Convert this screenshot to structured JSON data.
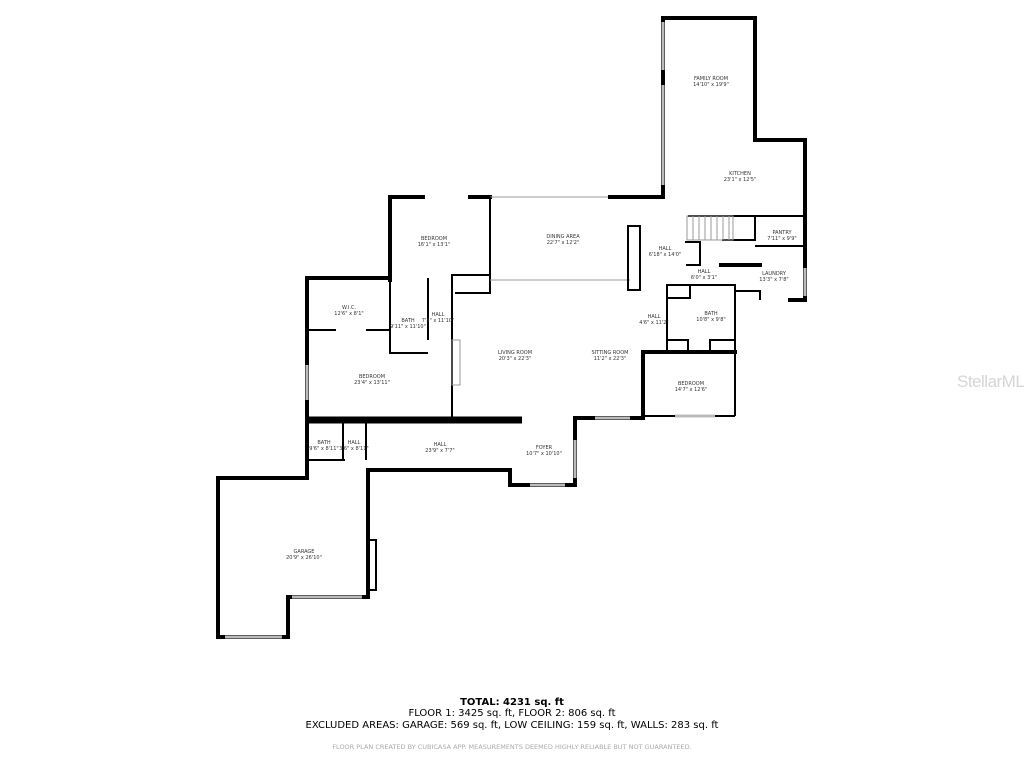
{
  "watermark": "StellarMLS",
  "rooms": [
    {
      "name": "FAMILY ROOM",
      "dims": "14'10\" x 19'9\""
    },
    {
      "name": "KITCHEN",
      "dims": "23'1\" x 12'5\""
    },
    {
      "name": "PANTRY",
      "dims": "7'11\" x 9'9\""
    },
    {
      "name": "LAUNDRY",
      "dims": "13'3\" x 7'8\""
    },
    {
      "name": "HALL",
      "dims": "6'18\" x 14'0\""
    },
    {
      "name": "HALL",
      "dims": "6'0\" x 3'1\""
    },
    {
      "name": "BATH",
      "dims": "10'8\" x 9'8\""
    },
    {
      "name": "HALL",
      "dims": "4'6\" x 11'2\""
    },
    {
      "name": "BEDROOM",
      "dims": "14'7\" x 12'6\""
    },
    {
      "name": "DINING AREA",
      "dims": "22'7\" x 12'2\""
    },
    {
      "name": "BEDROOM",
      "dims": "16'1\" x 13'1\""
    },
    {
      "name": "HALL",
      "dims": "7'3\" x 11'10\""
    },
    {
      "name": "W.I.C.",
      "dims": "12'6\" x 8'1\""
    },
    {
      "name": "BATH",
      "dims": "9'11\" x 11'10\""
    },
    {
      "name": "BEDROOM",
      "dims": "23'4\" x 13'11\""
    },
    {
      "name": "LIVING ROOM",
      "dims": "20'3\" x 22'3\""
    },
    {
      "name": "SITTING ROOM",
      "dims": "11'2\" x 22'3\""
    },
    {
      "name": "BATH",
      "dims": "9'6\" x 8'11\""
    },
    {
      "name": "HALL",
      "dims": "3'6\" x 8'11\""
    },
    {
      "name": "HALL",
      "dims": "23'9\" x 7'7\""
    },
    {
      "name": "FOYER",
      "dims": "10'7\" x 10'10\""
    },
    {
      "name": "GARAGE",
      "dims": "20'9\" x 26'10\""
    }
  ],
  "summary": {
    "total": "TOTAL: 4231 sq. ft",
    "floors": "FLOOR 1: 3425 sq. ft, FLOOR 2: 806 sq. ft",
    "excluded": "EXCLUDED AREAS: GARAGE: 569 sq. ft, LOW CEILING: 159 sq. ft, WALLS: 283 sq. ft",
    "disclaimer": "FLOOR PLAN CREATED BY CUBICASA APP. MEASUREMENTS DEEMED HIGHLY RELIABLE BUT NOT GUARANTEED."
  }
}
